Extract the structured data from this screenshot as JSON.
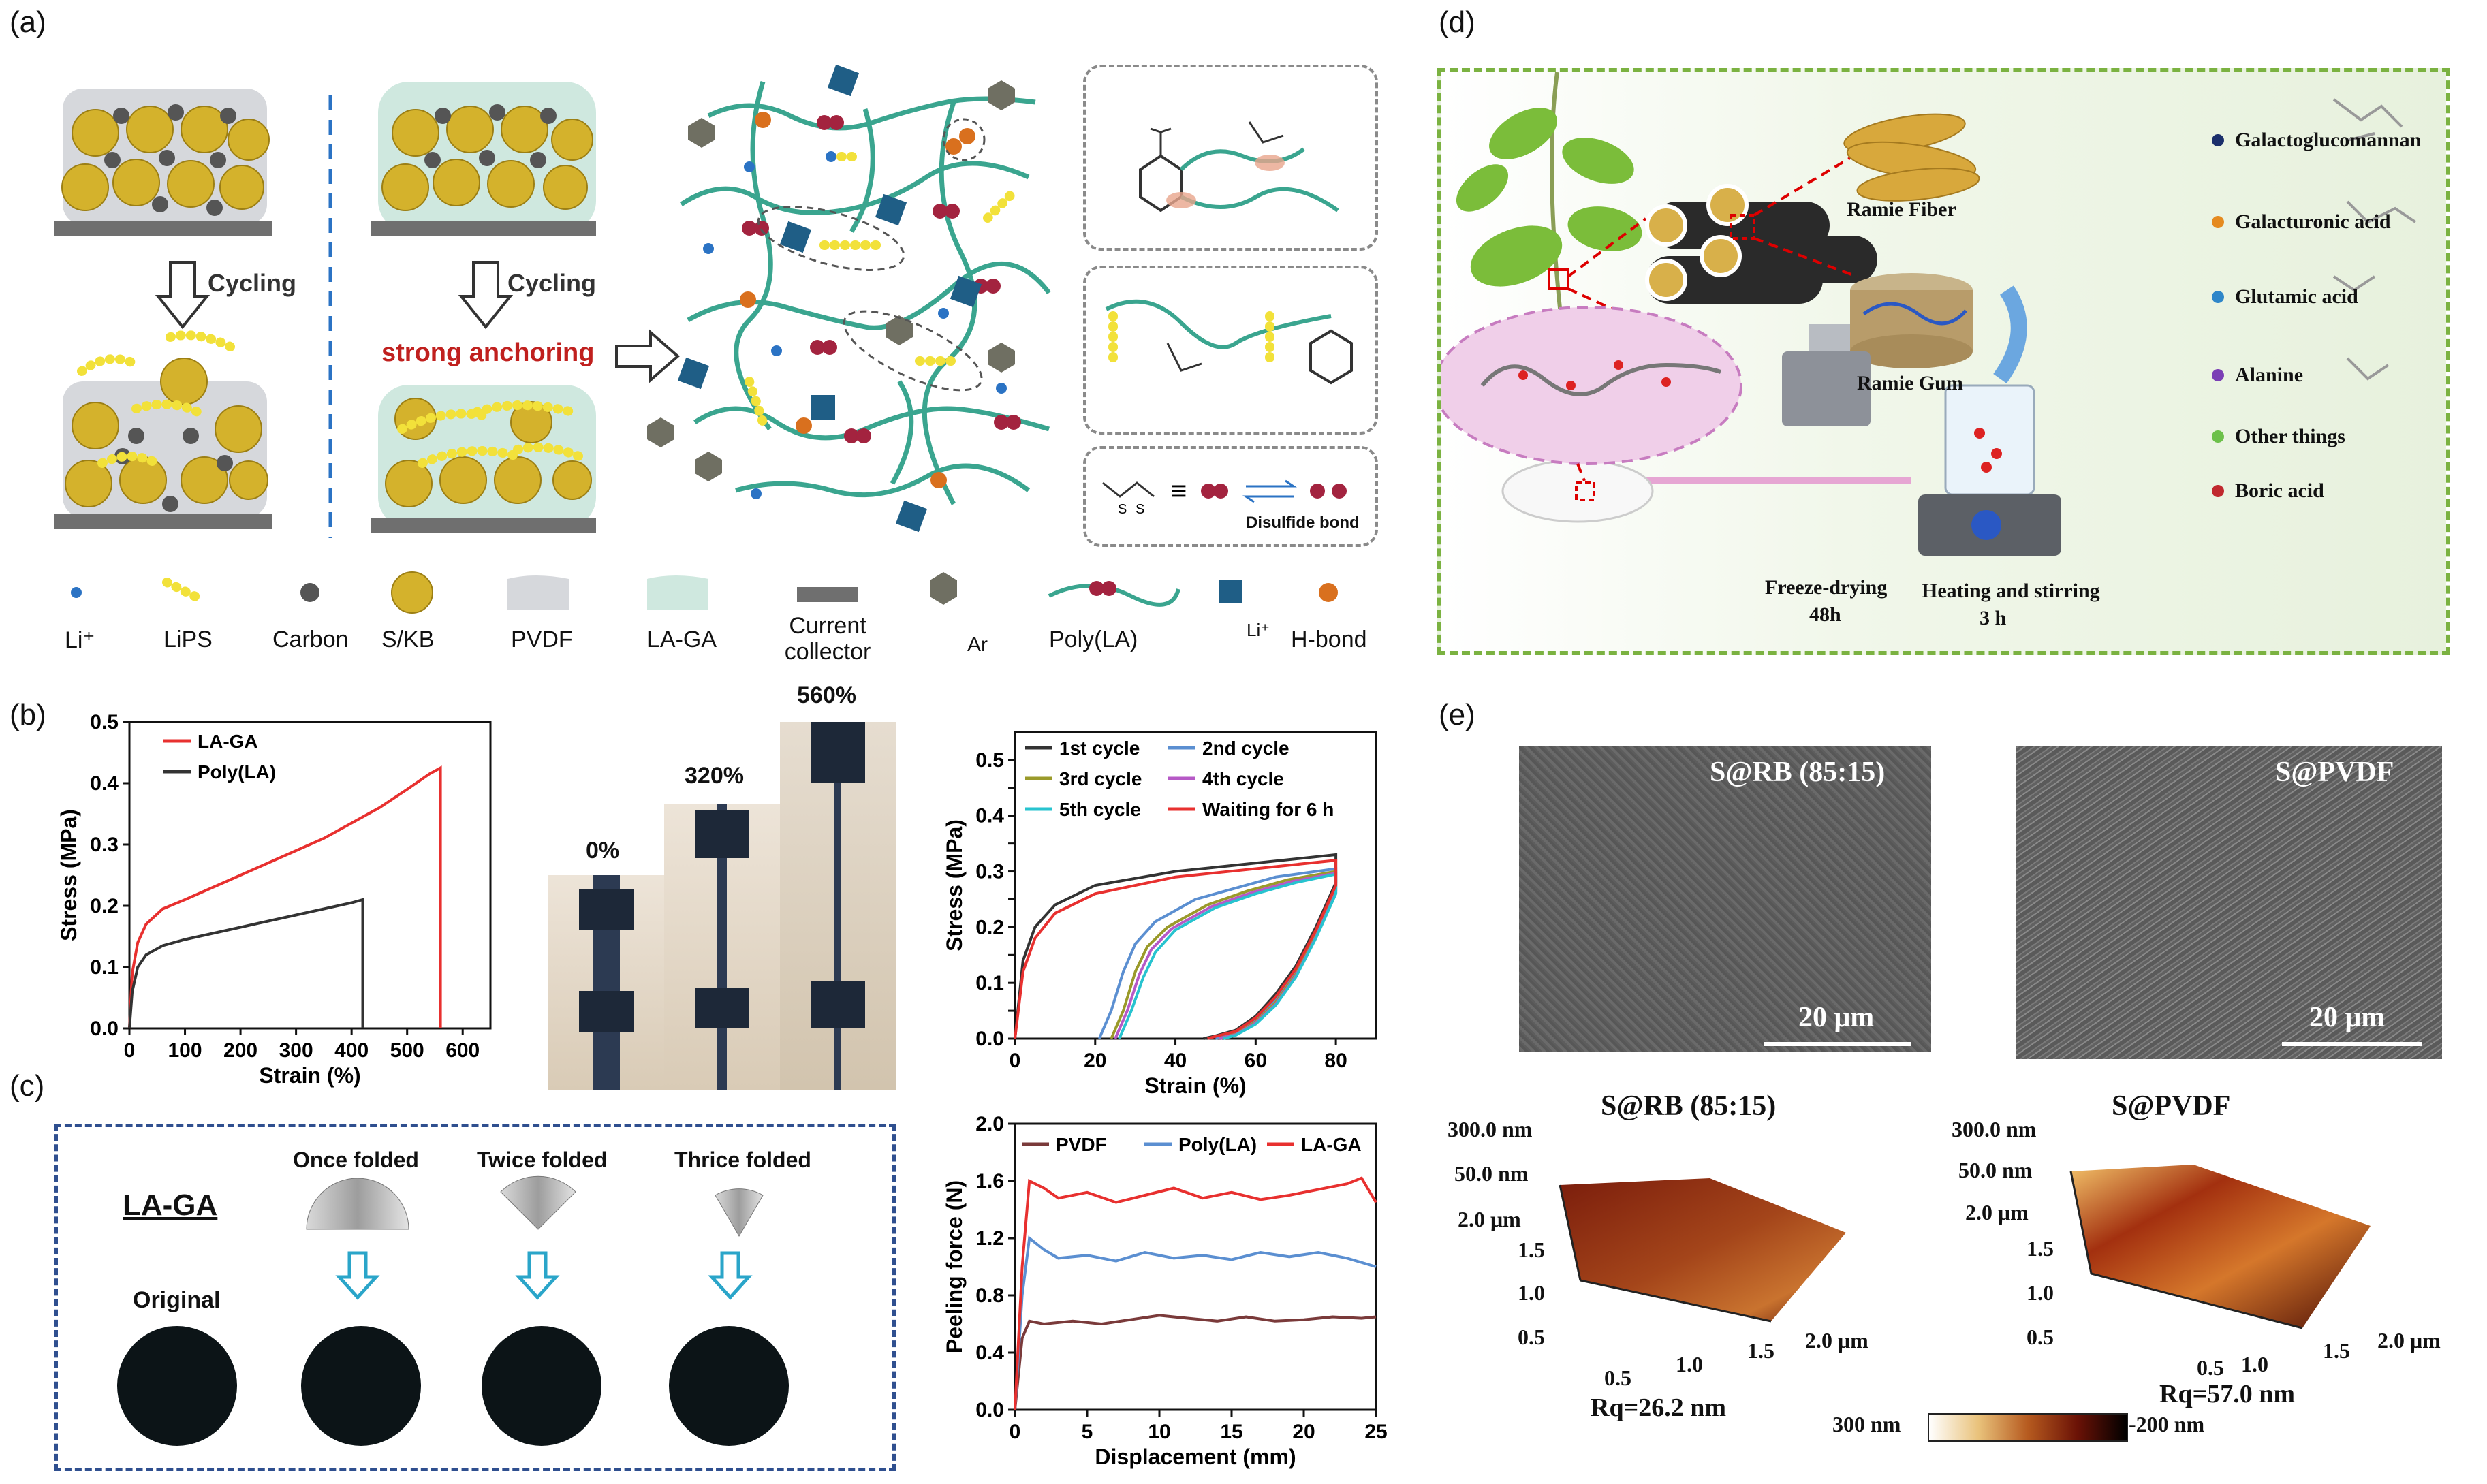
{
  "panel_labels": {
    "a": "(a)",
    "b": "(b)",
    "c": "(c)",
    "d": "(d)",
    "e": "(e)"
  },
  "panel_a": {
    "cycling": "Cycling",
    "strong_anchoring": "strong anchoring",
    "disulfide_bond": "Disulfide bond",
    "legend": [
      "Li⁺",
      "LiPS",
      "Carbon",
      "S/KB",
      "PVDF",
      "LA-GA",
      "Current collector",
      "Ar",
      "Poly(LA)",
      "Li⁺",
      "H-bond"
    ],
    "colors": {
      "sulfur": "#d4b22c",
      "carbon": "#555555",
      "chain": "#3aa58f",
      "li": "#2b73c4",
      "lips": "#f2e13a",
      "square": "#1f5e86",
      "hbond": "#d9701e",
      "anchor": "#d00000",
      "disulfide": "#a3233f"
    }
  },
  "panel_b": {
    "photo_labels": [
      "0%",
      "320%",
      "560%"
    ]
  },
  "panel_c": {
    "title": "LA-GA",
    "original": "Original",
    "folds": [
      "Once folded",
      "Twice folded",
      "Thrice folded"
    ]
  },
  "panel_d": {
    "labels": [
      "Ramie Fiber",
      "Ramie Gum",
      "Freeze-drying",
      "48h",
      "Heating and stirring",
      "3 h"
    ],
    "legend": [
      {
        "name": "Galactoglucomannan",
        "color": "#1b2f6b"
      },
      {
        "name": "Galacturonic acid",
        "color": "#e58a1f"
      },
      {
        "name": "Glutamic acid",
        "color": "#2e86c9"
      },
      {
        "name": "Alanine",
        "color": "#7b3fb5"
      },
      {
        "name": "Other things",
        "color": "#6cc04a"
      },
      {
        "name": "Boric acid",
        "color": "#c0282e"
      }
    ]
  },
  "panel_e": {
    "sem_titles": [
      "S@RB (85:15)",
      "S@PVDF"
    ],
    "scale_bar": "20 μm",
    "afm_titles": [
      "S@RB (85:15)",
      "S@PVDF"
    ],
    "afm_z": [
      "300.0 nm",
      "50.0 nm"
    ],
    "afm_y": [
      "2.0 μm",
      "1.5",
      "1.0",
      "0.5"
    ],
    "afm_x": [
      "0.5",
      "1.0",
      "1.5",
      "2.0 μm"
    ],
    "rq": [
      "Rq=26.2 nm",
      "Rq=57.0 nm"
    ],
    "colorbar": [
      "300 nm",
      "-200 nm"
    ]
  },
  "chart_data": [
    {
      "type": "line",
      "xlabel": "Strain (%)",
      "ylabel": "Stress (MPa)",
      "xlim": [
        0,
        650
      ],
      "ylim": [
        0,
        0.5
      ],
      "xticks": [
        0,
        100,
        200,
        300,
        400,
        500,
        600
      ],
      "yticks": [
        0.0,
        0.1,
        0.2,
        0.3,
        0.4,
        0.5
      ],
      "series": [
        {
          "name": "LA-GA",
          "color": "#e8302f",
          "x": [
            0,
            5,
            15,
            30,
            60,
            100,
            150,
            200,
            250,
            300,
            350,
            400,
            450,
            500,
            540,
            560,
            560
          ],
          "y": [
            0,
            0.09,
            0.14,
            0.17,
            0.195,
            0.21,
            0.23,
            0.25,
            0.27,
            0.29,
            0.31,
            0.335,
            0.36,
            0.39,
            0.415,
            0.425,
            0
          ]
        },
        {
          "name": "Poly(LA)",
          "color": "#333333",
          "x": [
            0,
            5,
            15,
            30,
            60,
            100,
            150,
            200,
            250,
            300,
            350,
            400,
            420,
            420
          ],
          "y": [
            0,
            0.06,
            0.1,
            0.12,
            0.135,
            0.145,
            0.155,
            0.165,
            0.175,
            0.185,
            0.195,
            0.205,
            0.21,
            0
          ]
        }
      ]
    },
    {
      "type": "line",
      "xlabel": "Strain (%)",
      "ylabel": "Stress (MPa)",
      "xlim": [
        0,
        90
      ],
      "ylim": [
        0,
        0.55
      ],
      "xticks": [
        0,
        20,
        40,
        60,
        80
      ],
      "yticks": [
        0.0,
        0.05,
        0.1,
        0.15,
        0.2,
        0.25,
        0.3,
        0.35,
        0.4,
        0.45,
        0.5
      ],
      "series": [
        {
          "name": "1st cycle",
          "color": "#333333",
          "x": [
            0,
            2,
            5,
            10,
            20,
            40,
            60,
            80,
            80,
            75,
            70,
            65,
            60,
            55,
            50,
            47
          ],
          "y": [
            0,
            0.14,
            0.2,
            0.24,
            0.275,
            0.3,
            0.315,
            0.33,
            0.28,
            0.2,
            0.13,
            0.08,
            0.04,
            0.015,
            0.005,
            0
          ]
        },
        {
          "name": "2nd cycle",
          "color": "#5b8fd1",
          "x": [
            21,
            24,
            27,
            30,
            35,
            45,
            55,
            65,
            80,
            80,
            75,
            70,
            65,
            60,
            55,
            50
          ],
          "y": [
            0,
            0.05,
            0.12,
            0.17,
            0.21,
            0.25,
            0.27,
            0.29,
            0.305,
            0.27,
            0.19,
            0.12,
            0.07,
            0.035,
            0.01,
            0
          ]
        },
        {
          "name": "3rd cycle",
          "color": "#9a9a2a",
          "x": [
            24,
            27,
            30,
            33,
            38,
            48,
            58,
            68,
            80,
            80,
            75,
            70,
            65,
            60,
            55,
            51
          ],
          "y": [
            0,
            0.05,
            0.12,
            0.165,
            0.2,
            0.24,
            0.265,
            0.285,
            0.3,
            0.265,
            0.185,
            0.115,
            0.065,
            0.03,
            0.008,
            0
          ]
        },
        {
          "name": "4th cycle",
          "color": "#b659c6",
          "x": [
            25,
            28,
            31,
            34,
            39,
            49,
            59,
            69,
            80,
            80,
            75,
            70,
            65,
            60,
            55,
            51
          ],
          "y": [
            0,
            0.05,
            0.115,
            0.16,
            0.197,
            0.237,
            0.262,
            0.282,
            0.297,
            0.262,
            0.182,
            0.112,
            0.062,
            0.028,
            0.007,
            0
          ]
        },
        {
          "name": "5th cycle",
          "color": "#27c3cf",
          "x": [
            26,
            29,
            32,
            35,
            40,
            50,
            60,
            70,
            80,
            80,
            75,
            70,
            65,
            60,
            55,
            52
          ],
          "y": [
            0,
            0.05,
            0.11,
            0.155,
            0.195,
            0.235,
            0.26,
            0.28,
            0.295,
            0.26,
            0.18,
            0.11,
            0.06,
            0.026,
            0.006,
            0
          ]
        },
        {
          "name": "Waiting for 6 h",
          "color": "#e8302f",
          "x": [
            0,
            2,
            5,
            10,
            20,
            40,
            60,
            80,
            80,
            75,
            70,
            65,
            60,
            55,
            50,
            48
          ],
          "y": [
            0,
            0.12,
            0.18,
            0.225,
            0.26,
            0.29,
            0.305,
            0.32,
            0.275,
            0.195,
            0.125,
            0.075,
            0.037,
            0.013,
            0.004,
            0
          ]
        }
      ]
    },
    {
      "type": "line",
      "xlabel": "Displacement (mm)",
      "ylabel": "Peeling force (N)",
      "xlim": [
        0,
        25
      ],
      "ylim": [
        0,
        2.0
      ],
      "xticks": [
        0,
        5,
        10,
        15,
        20,
        25
      ],
      "yticks": [
        0.0,
        0.4,
        0.8,
        1.2,
        1.6,
        2.0
      ],
      "series": [
        {
          "name": "PVDF",
          "color": "#7a3a3a",
          "x": [
            0,
            0.5,
            1,
            2,
            4,
            6,
            8,
            10,
            12,
            14,
            16,
            18,
            20,
            22,
            24,
            25
          ],
          "y": [
            0,
            0.5,
            0.62,
            0.6,
            0.62,
            0.6,
            0.63,
            0.66,
            0.64,
            0.62,
            0.65,
            0.62,
            0.63,
            0.65,
            0.64,
            0.65
          ]
        },
        {
          "name": "Poly(LA)",
          "color": "#5b8fd1",
          "x": [
            0,
            0.5,
            1,
            2,
            3,
            5,
            7,
            9,
            11,
            13,
            15,
            17,
            19,
            21,
            23,
            25
          ],
          "y": [
            0,
            0.8,
            1.2,
            1.12,
            1.06,
            1.08,
            1.04,
            1.1,
            1.06,
            1.08,
            1.05,
            1.1,
            1.07,
            1.1,
            1.06,
            1.0
          ]
        },
        {
          "name": "LA-GA",
          "color": "#e8302f",
          "x": [
            0,
            0.5,
            1,
            2,
            3,
            5,
            7,
            9,
            11,
            13,
            15,
            17,
            19,
            21,
            23,
            24,
            25
          ],
          "y": [
            0,
            1.0,
            1.6,
            1.55,
            1.48,
            1.52,
            1.45,
            1.5,
            1.55,
            1.48,
            1.52,
            1.47,
            1.5,
            1.54,
            1.58,
            1.62,
            1.45
          ]
        }
      ]
    }
  ]
}
